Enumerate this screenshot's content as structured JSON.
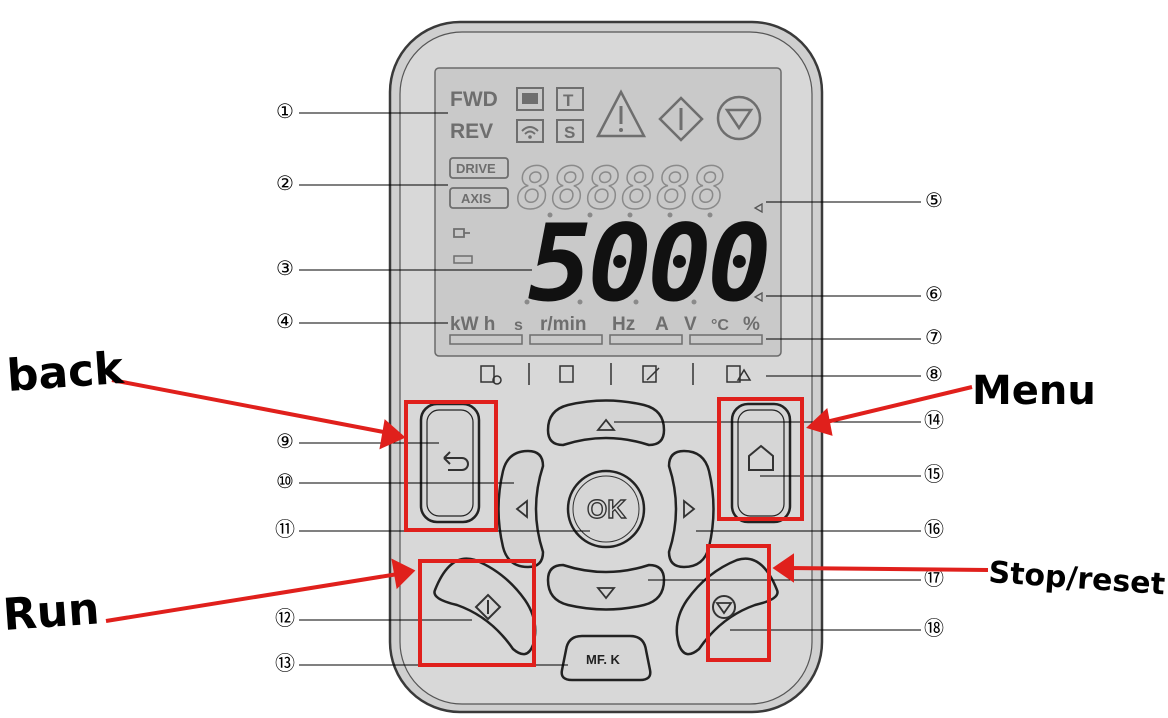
{
  "lcd": {
    "dir_fwd": "FWD",
    "dir_rev": "REV",
    "mode_t": "T",
    "mode_s": "S",
    "drive_label": "DRIVE",
    "axis_label": "AXIS",
    "main_value": "5000",
    "units": [
      "kW h",
      "s",
      "r/min",
      "Hz",
      "A",
      "V",
      "°C",
      "%"
    ]
  },
  "keys": {
    "ok_label": "OK",
    "mfk_label": "MF. K"
  },
  "callouts": [
    "①",
    "②",
    "③",
    "④",
    "⑤",
    "⑥",
    "⑦",
    "⑧",
    "⑨",
    "⑩",
    "⑪",
    "⑫",
    "⑬",
    "⑭",
    "⑮",
    "⑯",
    "⑰",
    "⑱"
  ],
  "annotations": {
    "back": "back",
    "menu": "Menu",
    "stop_reset": "Stop/reset",
    "run": "Run"
  },
  "colors": {
    "annotation_red": "#e0201c",
    "panel_gray": "#d2d2d2",
    "lcd_gray": "#c8c8c8"
  }
}
